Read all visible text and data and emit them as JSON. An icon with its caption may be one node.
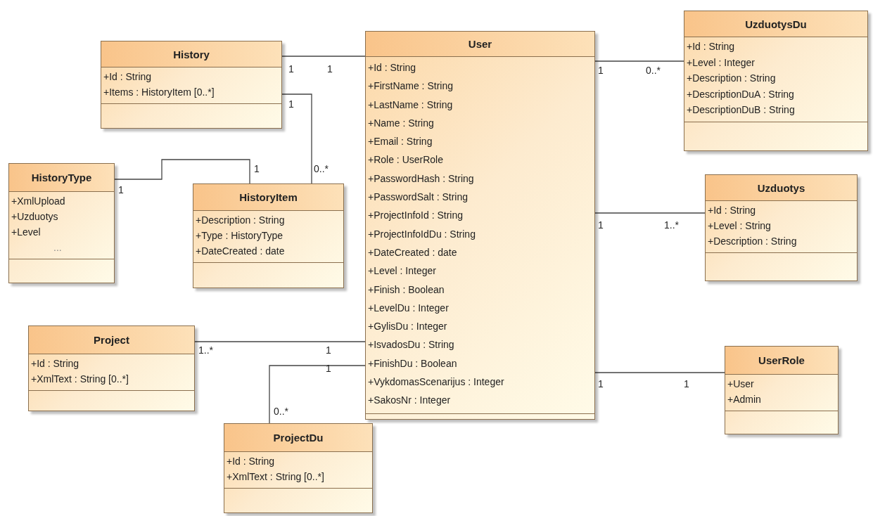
{
  "diagram": {
    "nodes": [
      {
        "text": [
          "History",
          "+Id : String",
          "+Items : HistoryItem [0..*]"
        ]
      },
      {
        "text": [
          "User",
          "+Id : String",
          "+FirstName : String",
          "+LastName : String",
          "+Name : String",
          "+Email : String",
          "+Role : UserRole",
          "+PasswordHash : String",
          "+PasswordSalt : String",
          "+ProjectInfoId : String",
          "+ProjectInfoIdDu : String",
          "+DateCreated : date",
          "+Level : Integer",
          "+Finish : Boolean",
          "+LevelDu : Integer",
          "+GylisDu : Integer",
          "+IsvadosDu : String",
          "+FinishDu : Boolean",
          "+VykdomasScenarijus : Integer",
          "+SakosNr : Integer"
        ]
      },
      {
        "text": [
          "UzduotysDu",
          "+Id : String",
          "+Level : Integer",
          "+Description : String",
          "+DescriptionDuA : String",
          "+DescriptionDuB : String"
        ]
      },
      {
        "text": [
          "HistoryType",
          "+XmlUpload",
          "+Uzduotys",
          "+Level",
          "..."
        ]
      },
      {
        "text": [
          "HistoryItem",
          "+Description : String",
          "+Type : HistoryType",
          "+DateCreated : date"
        ]
      },
      {
        "text": [
          "Uzduotys",
          "+Id : String",
          "+Level : String",
          "+Description : String"
        ]
      },
      {
        "text": [
          "Project",
          "+Id : String",
          "+XmlText : String [0..*]"
        ]
      },
      {
        "text": [
          "UserRole",
          "+User",
          "+Admin"
        ]
      },
      {
        "text": [
          "ProjectDu",
          "+Id : String",
          "+XmlText : String [0..*]"
        ]
      }
    ],
    "edges": [
      {
        "from": 0,
        "to": 1,
        "arrow": "none"
      },
      {
        "from": 0,
        "to": 4,
        "arrow": "none"
      },
      {
        "from": 3,
        "to": 4,
        "arrow": "none"
      },
      {
        "from": 1,
        "to": 2,
        "arrow": "none"
      },
      {
        "from": 1,
        "to": 5,
        "arrow": "none"
      },
      {
        "from": 6,
        "to": 1,
        "arrow": "none"
      },
      {
        "from": 8,
        "to": 1,
        "arrow": "none"
      },
      {
        "from": 1,
        "to": 7,
        "arrow": "none"
      }
    ],
    "labels": [
      "1",
      "1",
      "1",
      "0..*",
      "1",
      "1",
      "1",
      "0..*",
      "1",
      "1..*",
      "1..*",
      "1",
      "1",
      "0..*",
      "1",
      "1"
    ]
  }
}
